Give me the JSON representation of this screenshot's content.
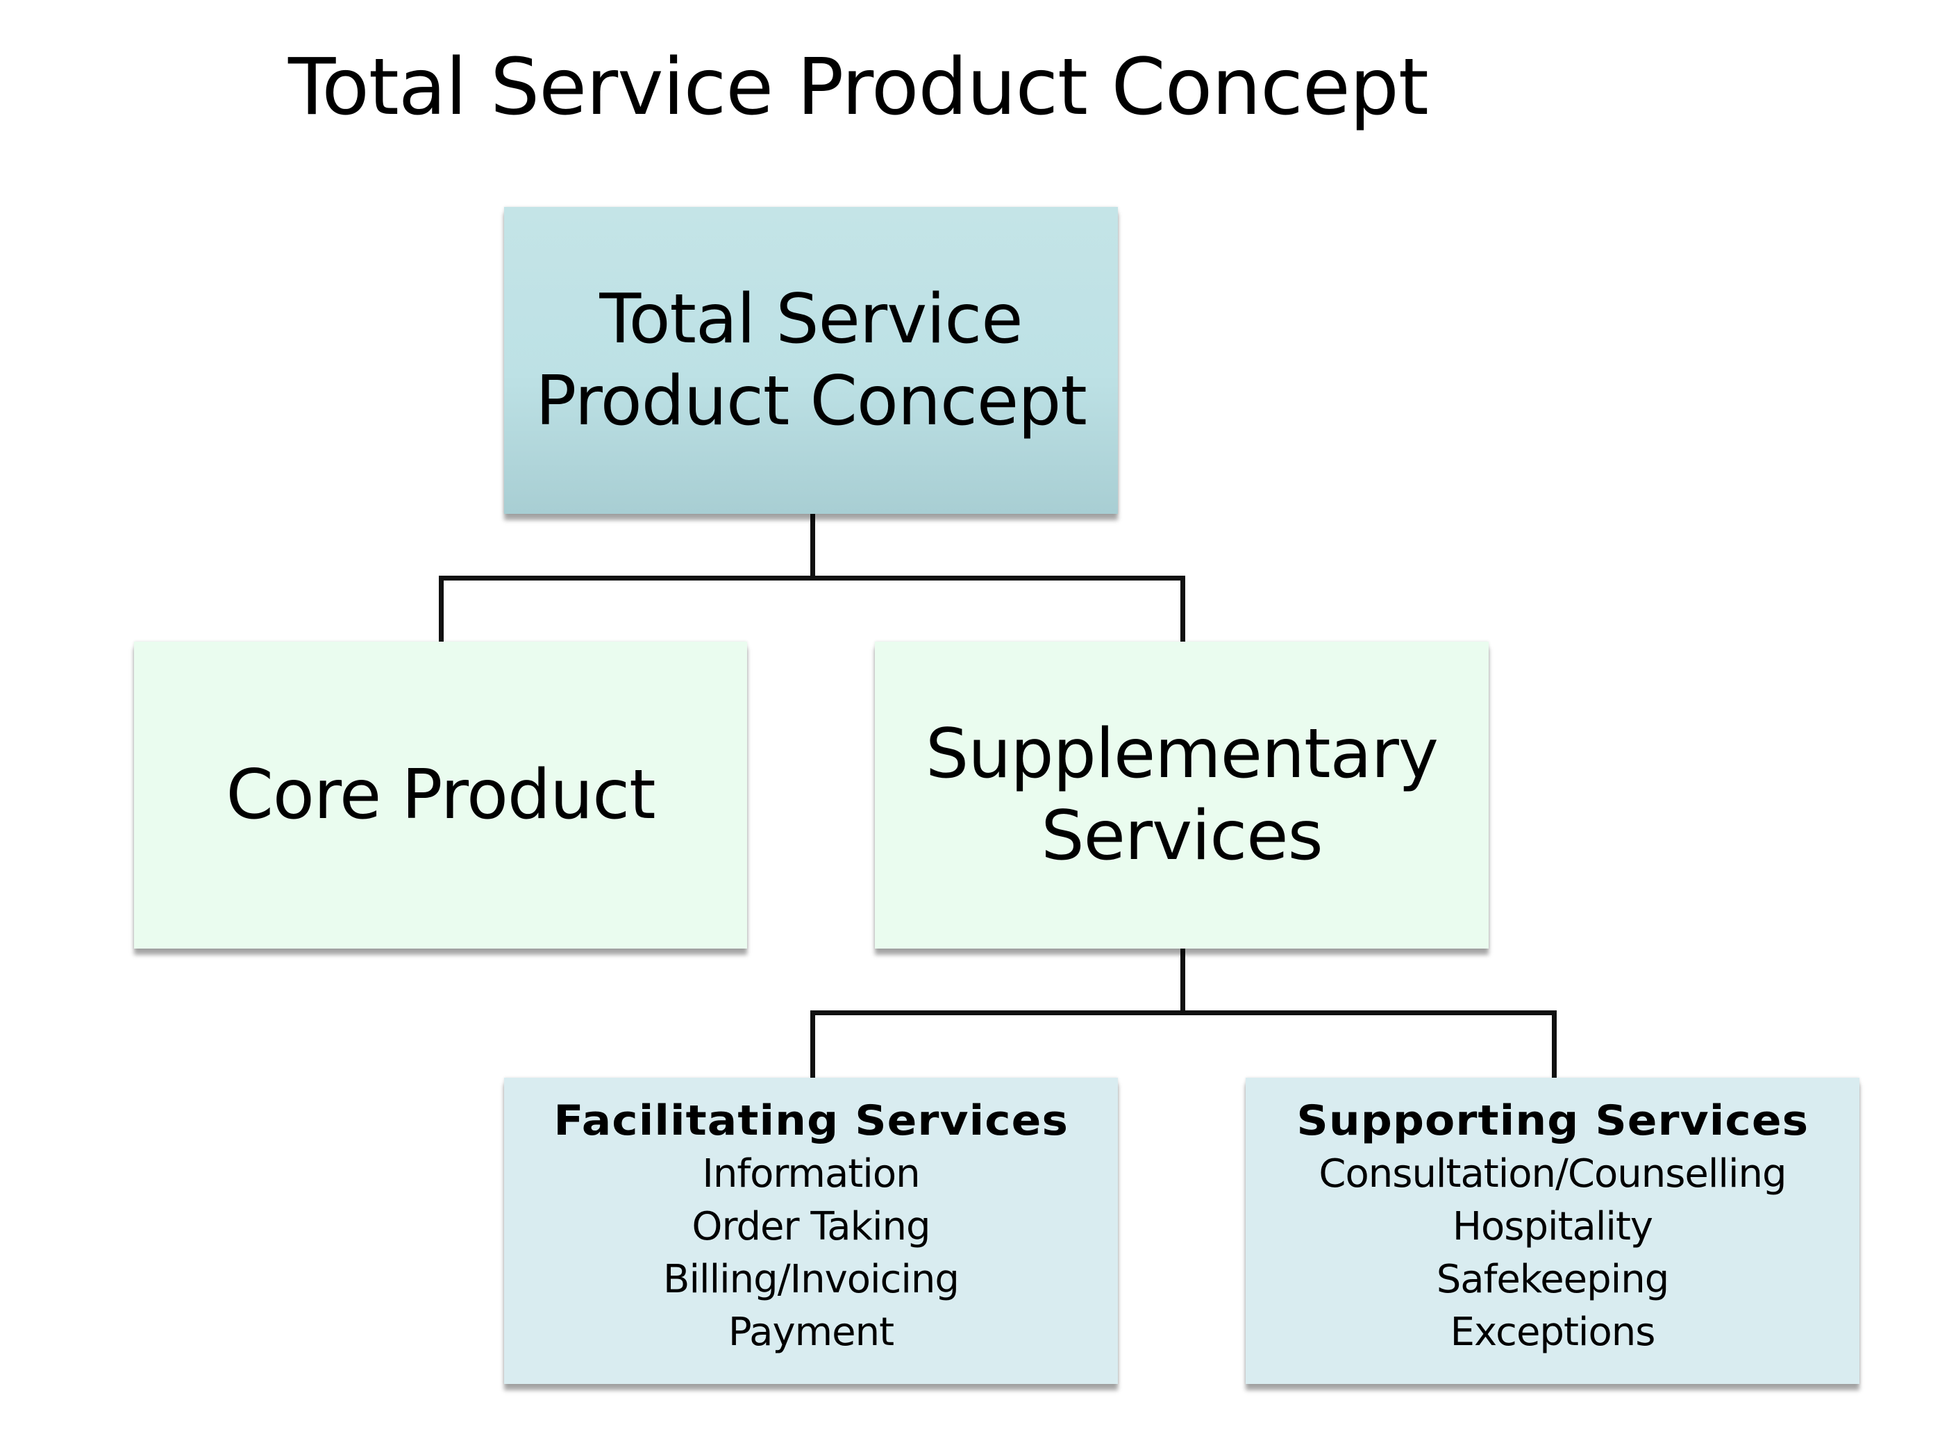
{
  "title": "Total Service Product Concept",
  "colors": {
    "top_box": "#bde1e5",
    "mid_boxes": "#eafcef",
    "leaf_boxes": "#d9ecf0",
    "connector": "#111111"
  },
  "tree": {
    "root": {
      "line1": "Total Service",
      "line2": "Product Concept"
    },
    "core": {
      "label": "Core Product"
    },
    "supplementary": {
      "line1": "Supplementary",
      "line2": "Services"
    },
    "facilitating": {
      "heading": "Facilitating Services",
      "items": [
        "Information",
        "Order Taking",
        "Billing/Invoicing",
        "Payment"
      ]
    },
    "supporting": {
      "heading": "Supporting Services",
      "items": [
        "Consultation/Counselling",
        "Hospitality",
        "Safekeeping",
        "Exceptions"
      ]
    }
  }
}
